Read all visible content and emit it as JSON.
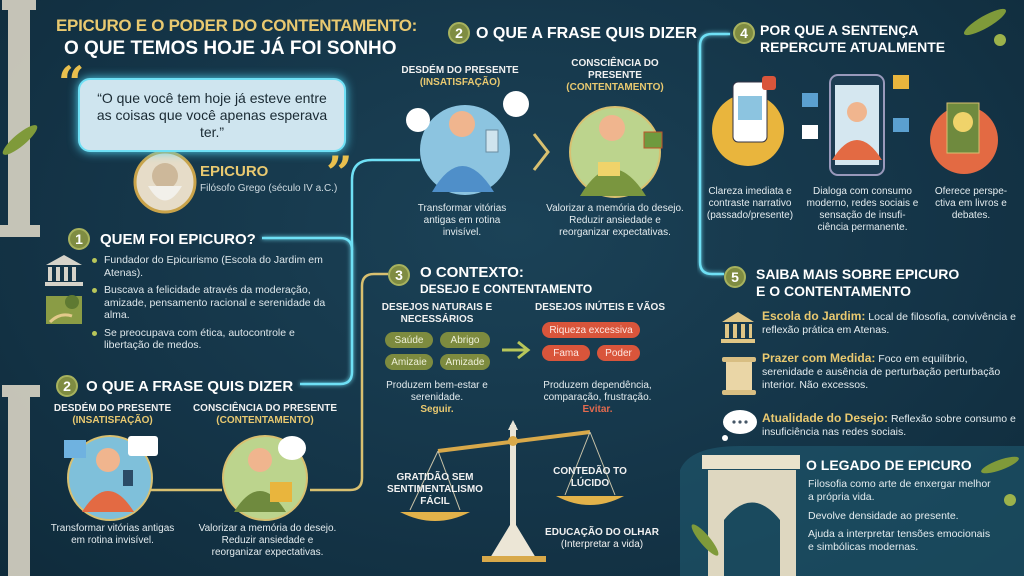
{
  "title": {
    "line1": "EPICURO E O PODER DO CONTENTAMENTO:",
    "line2": "O QUE TEMOS HOJE JÁ FOI SONHO"
  },
  "quote": {
    "text": "“O que você tem hoje já esteve entre as coisas que você apenas esperava ter.”",
    "author": "EPICURO",
    "author_desc": "Filósofo Grego (século IV a.C.)",
    "open_mark": "“",
    "close_mark": "”"
  },
  "section1": {
    "number": "1",
    "title": "QUEM FOI EPICURO?",
    "bullets": [
      "Fundador do Epicurismo (Escola do Jardim em Atenas).",
      "Buscava a felicidade através da moderação, amizade, pensamento racional e serenidade da alma.",
      "Se preocupava com ética, autocontrole e libertação de medos."
    ]
  },
  "section2_left": {
    "number": "2",
    "title": "O QUE A FRASE QUIS DIZER",
    "left": {
      "heading": "DESDÉM DO PRESENTE",
      "tag": "(INSATISFAÇÃO)",
      "caption": "Transformar vitórias antigas em rotina invisível."
    },
    "right": {
      "heading": "CONSCIÊNCIA DO PRESENTE",
      "tag": "(CONTENTAMENTO)",
      "caption": "Valorizar a memória do desejo. Reduzir ansiedade e reorganizar expectativas."
    }
  },
  "section2_top": {
    "number": "2",
    "title": "O QUE A FRASE QUIS DIZER",
    "left": {
      "heading": "DESDÉM DO PRESENTE",
      "tag": "(INSATISFAÇÃO)",
      "caption": "Transformar vitórias antigas em rotina invisível."
    },
    "right": {
      "heading": "CONSCIÊNCIA DO PRESENTE",
      "tag": "(CONTENTAMENTO)",
      "caption": "Valorizar a memória do desejo. Reduzir ansiedade e reorganizar expectativas."
    }
  },
  "section3": {
    "number": "3",
    "title": "O CONTEXTO:",
    "subtitle": "DESEJO E CONTENTAMENTO",
    "natural": {
      "heading": "DESEJOS NATURAIS E NECESSÁRIOS",
      "pills": [
        "Saúde",
        "Abrigo",
        "Amizaie",
        "Amizade"
      ],
      "caption": "Produzem bem-estar e serenidade.",
      "action": "Seguir."
    },
    "vain": {
      "heading": "DESEJOS INÚTEIS E VÃOS",
      "pills": [
        "Riqueza excessiva",
        "Fama",
        "Poder"
      ],
      "caption": "Produzem dependência, comparação, frustração.",
      "action": "Evitar."
    },
    "scale": {
      "left": "GRATIDÃO SEM SENTIMENTALISMO FÁCIL",
      "right": "CONTEDÃO TO LÚCIDO",
      "bottom": "EDUCAÇÃO DO OLHAR",
      "bottom_sub": "(Interpretar a vida)"
    }
  },
  "section4": {
    "number": "4",
    "title_line1": "POR QUE A SENTENÇA",
    "title_line2": "REPERCUTE ATUALMENTE",
    "captions": [
      "Clareza imediata e contraste narrativo (passado/presente)",
      "Dialoga com consumo moderno, redes sociais e sensação de insufi-ciência permanente.",
      "Oferece perspe-ctiva em livros e debates."
    ]
  },
  "section5": {
    "number": "5",
    "title_line1": "SAIBA MAIS SOBRE EPICURO",
    "title_line2": "E O CONTENTAMENTO",
    "items": [
      {
        "key": "Escola do Jardim:",
        "text": " Local de filosofia, convivência e reflexão prática em Atenas.",
        "icon": "temple-icon"
      },
      {
        "key": "Prazer com Medida:",
        "text": " Foco em equilíbrio, serenidade e ausência de perturbação perturbação interior. Não excessos.",
        "icon": "scroll-icon"
      },
      {
        "key": "Atualidade do Desejo:",
        "text": " Reflexão sobre consumo e insuficiência nas redes sociais.",
        "icon": "thought-bubble-icon"
      }
    ]
  },
  "legacy": {
    "title": "O LEGADO DE EPICURO",
    "lines": [
      "Filosofia como arte de enxergar melhor a própria vida.",
      "Devolve densidade ao presente.",
      "Ajuda a interpretar tensões emocionais e simbólicas modernas."
    ]
  },
  "colors": {
    "background": "#143447",
    "gold": "#e9c970",
    "olive": "#7f8c42",
    "cyan": "#6fe0f5",
    "red": "#d9553b"
  }
}
